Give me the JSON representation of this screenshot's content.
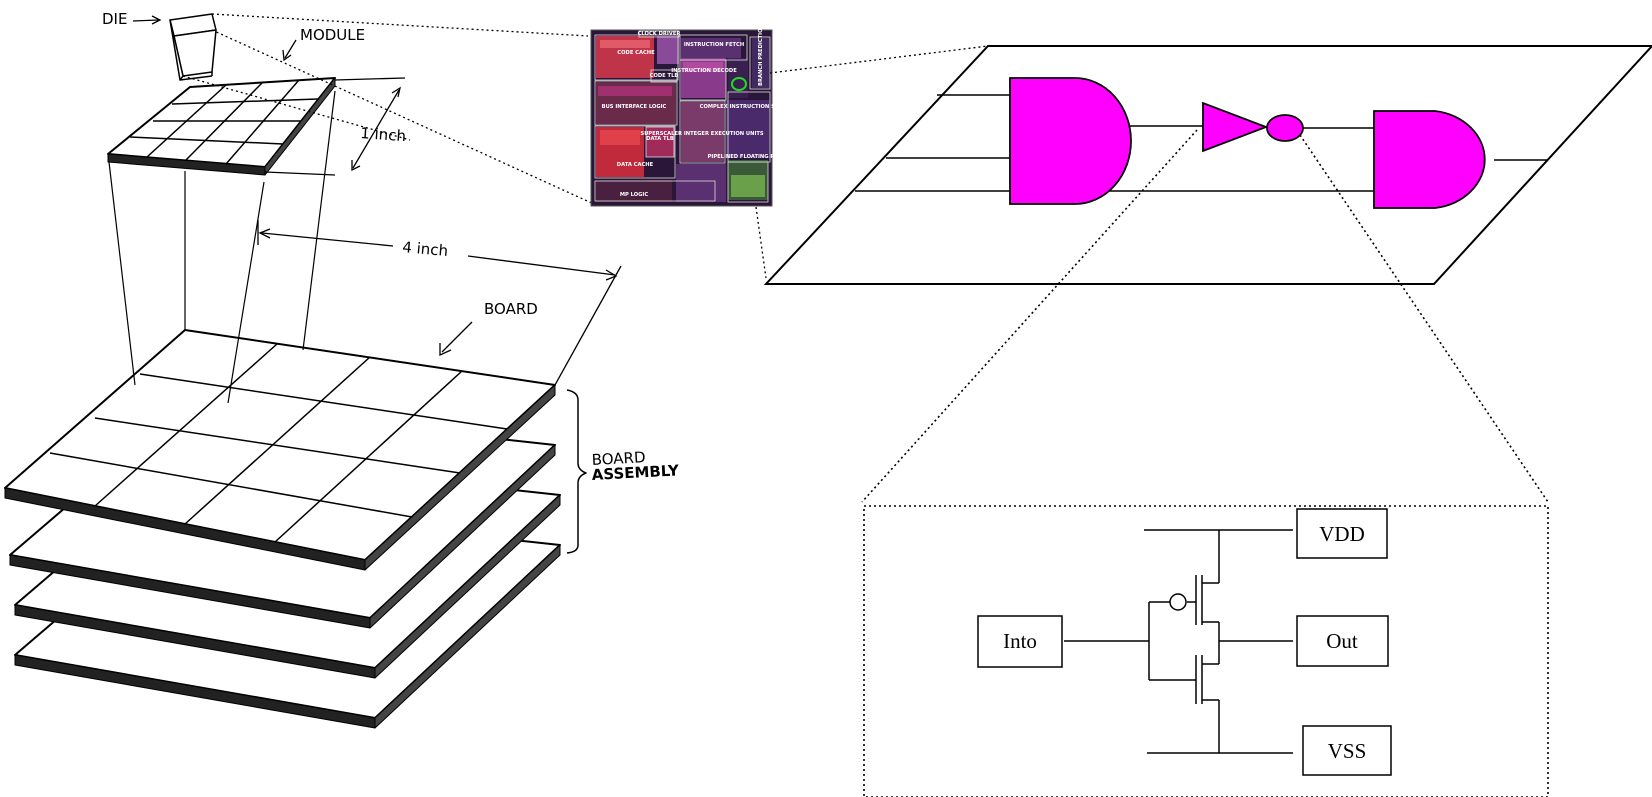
{
  "hierarchy": {
    "die_label": "DIE",
    "module_label": "MODULE",
    "module_size_label": "1 inch",
    "board_size_label": "4 inch",
    "board_label": "BOARD",
    "assembly_label_line1": "BOARD",
    "assembly_label_line2": "ASSEMBLY"
  },
  "chip": {
    "blocks": [
      "CLOCK DRIVER",
      "INSTRUCTION FETCH",
      "CODE CACHE",
      "CODE TLB",
      "INSTRUCTION DECODE",
      "BRANCH PREDICTION LOGIC",
      "BUS INTERFACE LOGIC",
      "COMPLEX INSTRUCTION SUPPORT",
      "DATA TLB",
      "SUPERSCALER INTEGER EXECUTION UNITS",
      "DATA CACHE",
      "PIPELINED FLOATING POINT",
      "MP LOGIC"
    ]
  },
  "circuit": {
    "input_label": "Into",
    "output_label": "Out",
    "supply_label": "VDD",
    "ground_label": "VSS",
    "gate_color": "#ff00ff"
  }
}
